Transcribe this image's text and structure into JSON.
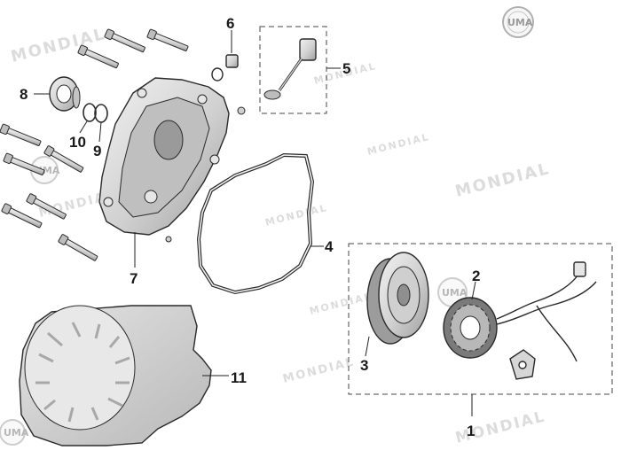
{
  "diagram": {
    "brand_logo": "UMA",
    "watermark": "MONDIAL",
    "callouts": {
      "c1": "1",
      "c2": "2",
      "c3": "3",
      "c4": "4",
      "c5": "5",
      "c6": "6",
      "c7": "7",
      "c8": "8",
      "c9": "9",
      "c10": "10",
      "c11": "11"
    },
    "colors": {
      "part_fill": "#d9d9d9",
      "part_stroke": "#2a2a2a",
      "watermark": "#dcdcdc"
    }
  }
}
